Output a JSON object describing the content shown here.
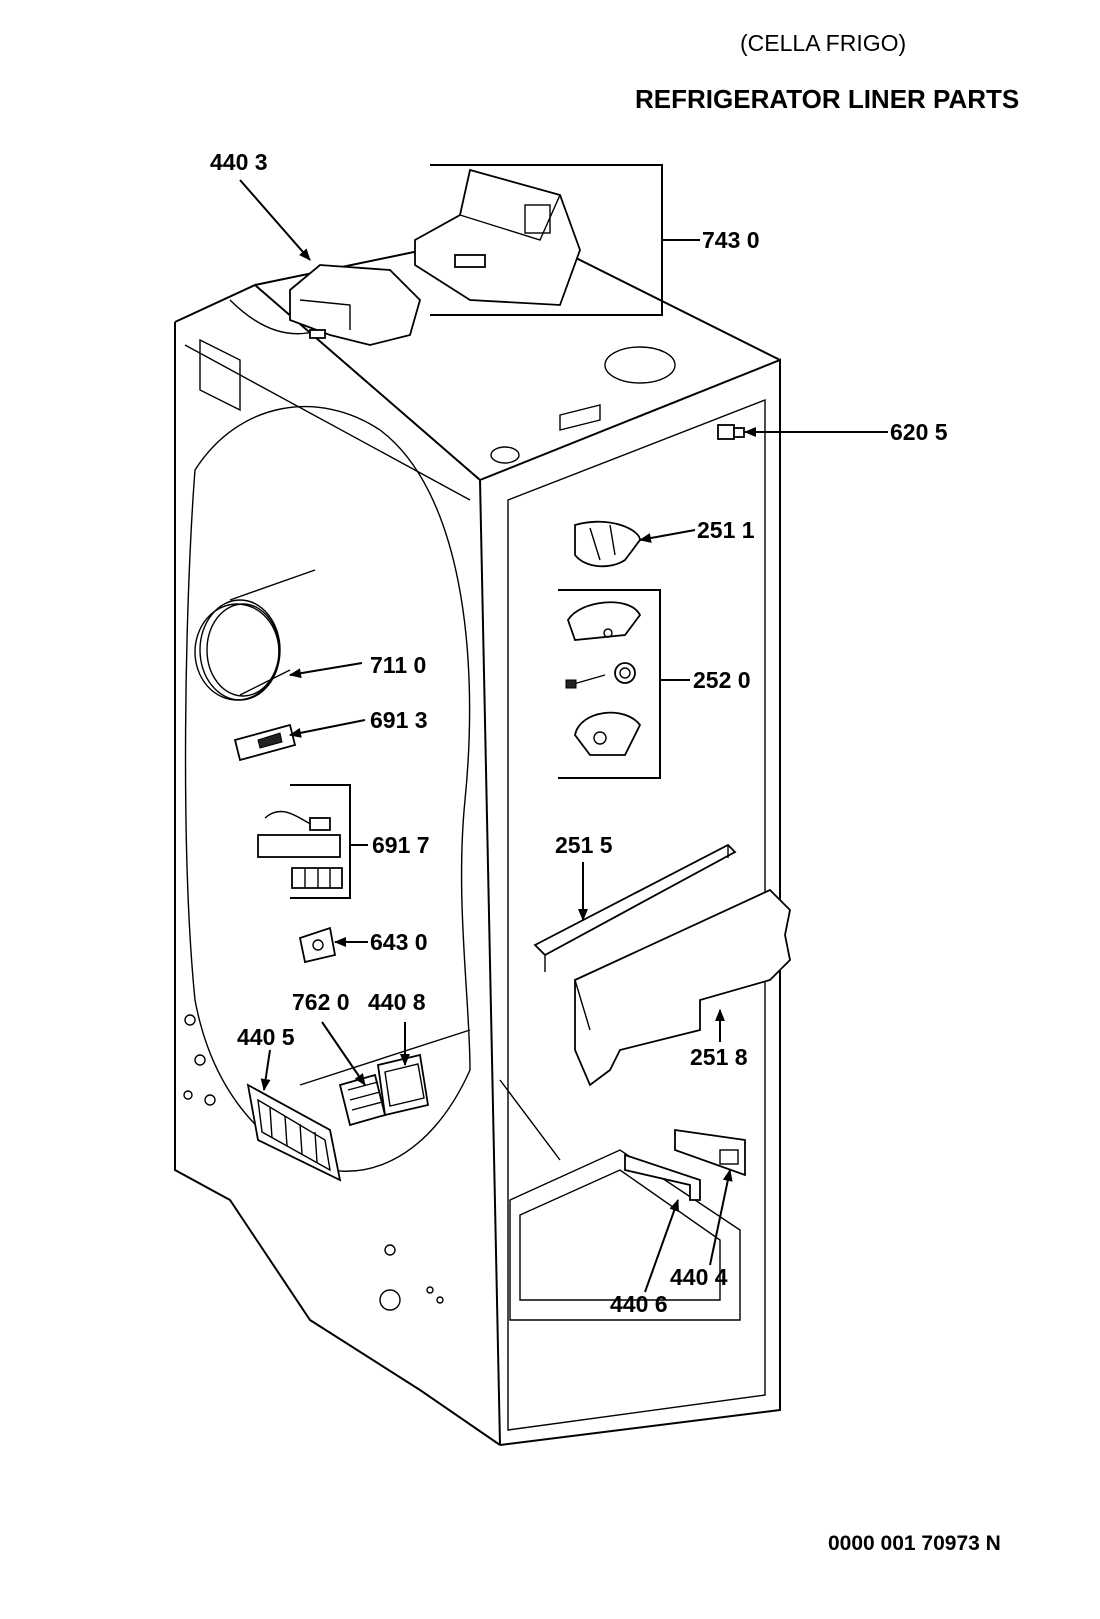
{
  "header": {
    "subtitle": "(CELLA FRIGO)",
    "title": "REFRIGERATOR LINER PARTS"
  },
  "parts": {
    "p4403": "440 3",
    "p7430": "743 0",
    "p6205": "620 5",
    "p2511": "251 1",
    "p2520": "252 0",
    "p7110": "711 0",
    "p6913": "691 3",
    "p6917": "691 7",
    "p2515": "251 5",
    "p6430": "643 0",
    "p7620": "762 0",
    "p4408": "440 8",
    "p4405": "440 5",
    "p2518": "251 8",
    "p4404": "440 4",
    "p4406": "440 6"
  },
  "footer": {
    "doc_number": "0000 001 70973 N"
  }
}
